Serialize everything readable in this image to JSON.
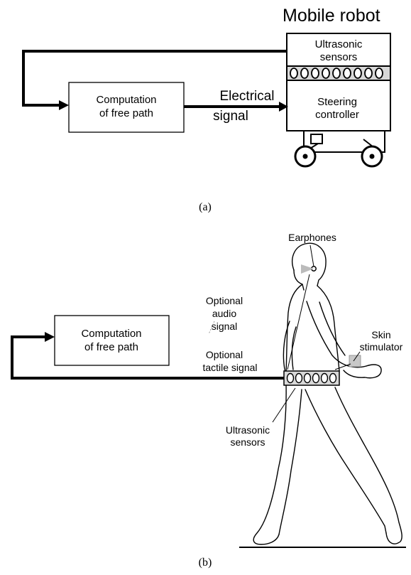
{
  "diagram_a": {
    "title": "Mobile robot",
    "ultrasonic_label_line1": "Ultrasonic",
    "ultrasonic_label_line2": "sensors",
    "steering_label_line1": "Steering",
    "steering_label_line2": "controller",
    "computation_label_line1": "Computation",
    "computation_label_line2": "of free path",
    "signal_label_line1": "Electrical",
    "signal_label_line2": "signal",
    "caption": "(a)"
  },
  "diagram_b": {
    "earphones_label": "Earphones",
    "audio_label_line1": "Optional",
    "audio_label_line2": "audio",
    "audio_label_line3": "signal",
    "tactile_label_line1": "Optional",
    "tactile_label_line2": "tactile signal",
    "skin_label_line1": "Skin",
    "skin_label_line2": "stimulator",
    "computation_label_line1": "Computation",
    "computation_label_line2": "of free path",
    "sensors_label_line1": "Ultrasonic",
    "sensors_label_line2": "sensors",
    "caption": "(b)"
  }
}
